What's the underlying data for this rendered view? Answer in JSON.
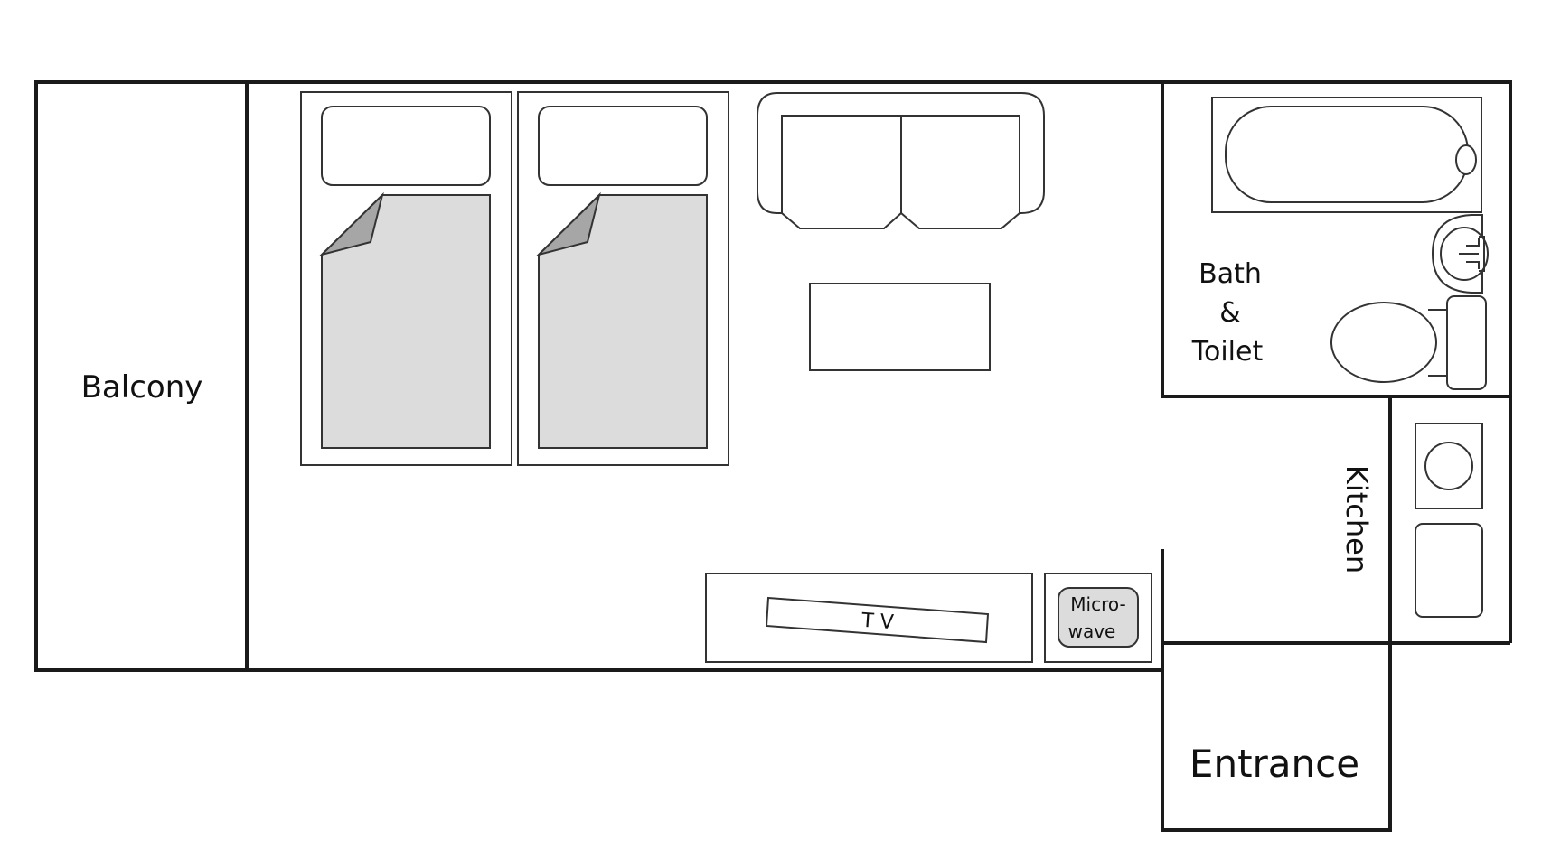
{
  "rooms": {
    "balcony": "Balcony",
    "bath_line1": "Bath",
    "bath_line2": "&",
    "bath_line3": "Toilet",
    "kitchen": "Kitchen",
    "entrance": "Entrance"
  },
  "furniture": {
    "tv": "T V",
    "microwave_line1": "Micro-",
    "microwave_line2": "wave"
  },
  "colors": {
    "wall": "#1a1a1a",
    "line": "#333333",
    "fill_gray": "#dcdcdc",
    "fold_gray": "#a6a6a6",
    "background": "#ffffff"
  },
  "icons": [
    "bed-icon",
    "pillow-icon",
    "sofa-icon",
    "coffee-table-icon",
    "tv-icon",
    "microwave-icon",
    "bathtub-icon",
    "sink-icon",
    "toilet-icon",
    "stove-icon",
    "kitchen-sink-icon"
  ]
}
